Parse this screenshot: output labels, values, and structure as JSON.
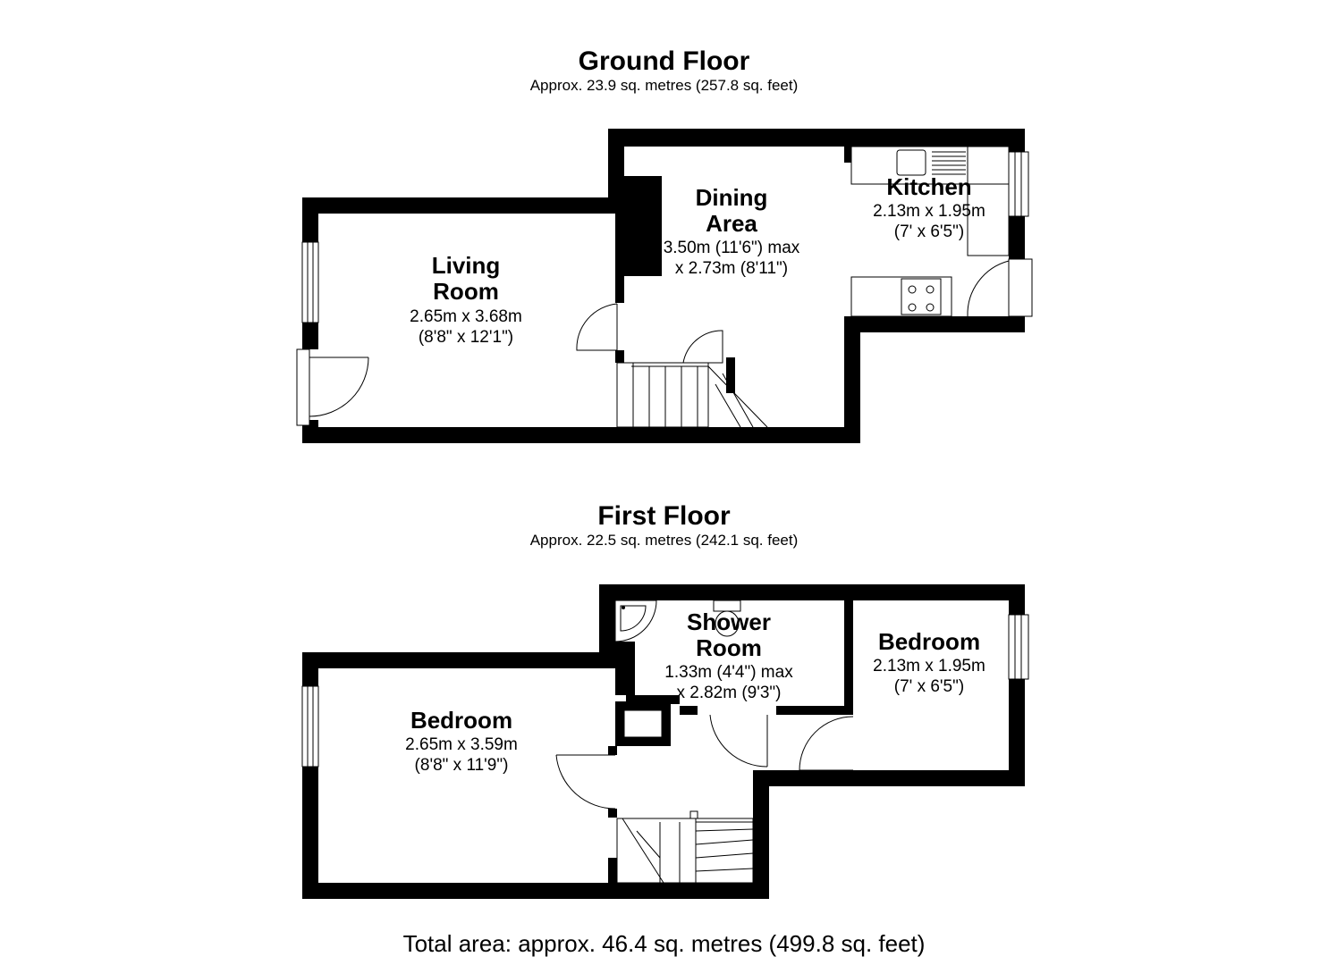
{
  "ground_floor": {
    "title": "Ground Floor",
    "area": "Approx. 23.9 sq. metres (257.8 sq. feet)",
    "rooms": {
      "living": {
        "name1": "Living",
        "name2": "Room",
        "dim1": "2.65m x 3.68m",
        "dim2": "(8'8\" x 12'1\")"
      },
      "dining": {
        "name1": "Dining",
        "name2": "Area",
        "dim1": "3.50m (11'6\") max",
        "dim2": "x 2.73m (8'11\")"
      },
      "kitchen": {
        "name1": "Kitchen",
        "dim1": "2.13m x 1.95m",
        "dim2": "(7' x 6'5\")"
      }
    }
  },
  "first_floor": {
    "title": "First Floor",
    "area": "Approx. 22.5 sq. metres (242.1 sq. feet)",
    "rooms": {
      "bedroom1": {
        "name1": "Bedroom",
        "dim1": "2.65m x 3.59m",
        "dim2": "(8'8\" x 11'9\")"
      },
      "shower": {
        "name1": "Shower",
        "name2": "Room",
        "dim1": "1.33m (4'4\") max",
        "dim2": "x 2.82m (9'3\")"
      },
      "bedroom2": {
        "name1": "Bedroom",
        "dim1": "2.13m x 1.95m",
        "dim2": "(7' x 6'5\")"
      }
    }
  },
  "total_area": "Total area: approx. 46.4 sq. metres (499.8 sq. feet)"
}
